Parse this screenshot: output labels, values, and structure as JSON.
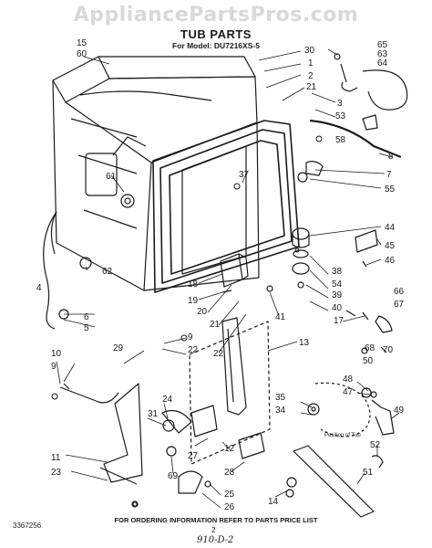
{
  "watermark": "AppliancePartsPros.com",
  "title": "TUB PARTS",
  "model": "For Model: DU7216XS-5",
  "footer_note": "FOR ORDERING INFORMATION REFER TO PARTS PRICE LIST",
  "part_number": "3367256",
  "page_number": "2",
  "handwritten": "910-D-2",
  "position_label": "Position of Tub",
  "callouts": [
    "15",
    "60",
    "30",
    "1",
    "2",
    "21",
    "3",
    "53",
    "65",
    "63",
    "64",
    "58",
    "8",
    "7",
    "55",
    "37",
    "61",
    "44",
    "45",
    "46",
    "38",
    "54",
    "39",
    "40",
    "66",
    "67",
    "68",
    "70",
    "50",
    "17",
    "41",
    "18",
    "19",
    "20",
    "21",
    "22",
    "4",
    "62",
    "6",
    "5",
    "9",
    "22",
    "13",
    "29",
    "10",
    "9",
    "24",
    "31",
    "35",
    "34",
    "48",
    "47",
    "49",
    "52",
    "51",
    "11",
    "23",
    "69",
    "27",
    "12",
    "28",
    "25",
    "26",
    "14"
  ]
}
